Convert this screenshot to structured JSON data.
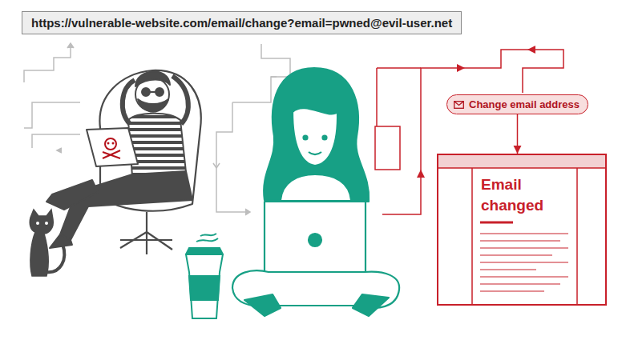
{
  "diagram": {
    "nodes": [
      {
        "text": [
          "https://vulnerable-website.com/email/change?email=pwned@evil-user.net"
        ]
      },
      {
        "text": [
          "Change email address"
        ]
      },
      {
        "text": [
          "Email changed"
        ]
      }
    ],
    "edges": [
      {
        "from": 1,
        "to": 2,
        "arrow": "to"
      }
    ]
  }
}
